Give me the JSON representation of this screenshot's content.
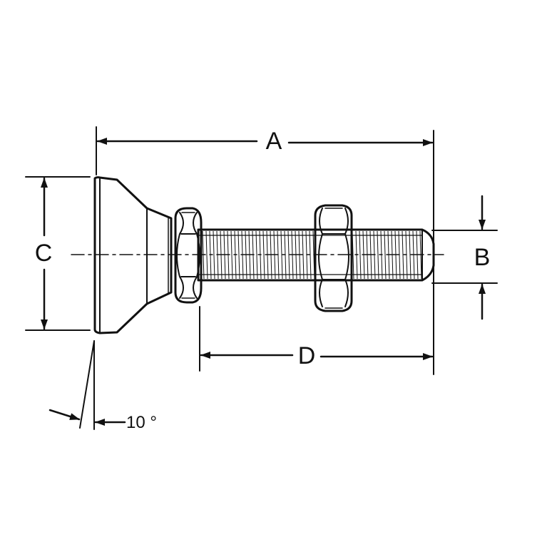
{
  "labels": {
    "a": "A",
    "b": "B",
    "c": "C",
    "d": "D",
    "angle": "10 °"
  },
  "colors": {
    "ink": "#111111",
    "paper": "#ffffff"
  }
}
